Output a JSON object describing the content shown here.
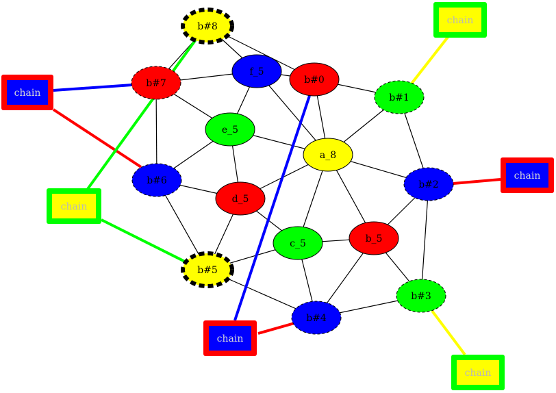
{
  "colors": {
    "red": "#ff0000",
    "blue": "#0000ff",
    "yellow": "#ffff00",
    "green": "#00ff00",
    "black": "#000000",
    "white": "#ffffff",
    "chain_label_on_blue": "#d8d8d8",
    "chain_label_on_yellow": "#b8b8b8"
  },
  "nodes": [
    {
      "id": "b8",
      "label": "b#8",
      "shape": "ellipse",
      "fill": "#ffff00",
      "border": "thick-dashed"
    },
    {
      "id": "b7",
      "label": "b#7",
      "shape": "ellipse",
      "fill": "#ff0000",
      "border": "dashed"
    },
    {
      "id": "f5",
      "label": "f_5",
      "shape": "ellipse",
      "fill": "#0000ff",
      "border": "solid"
    },
    {
      "id": "b0",
      "label": "b#0",
      "shape": "ellipse",
      "fill": "#ff0000",
      "border": "solid"
    },
    {
      "id": "b1",
      "label": "b#1",
      "shape": "ellipse",
      "fill": "#00ff00",
      "border": "dashed"
    },
    {
      "id": "e5",
      "label": "e_5",
      "shape": "ellipse",
      "fill": "#00ff00",
      "border": "solid"
    },
    {
      "id": "a8",
      "label": "a_8",
      "shape": "ellipse",
      "fill": "#ffff00",
      "border": "solid"
    },
    {
      "id": "b6",
      "label": "b#6",
      "shape": "ellipse",
      "fill": "#0000ff",
      "border": "dashed"
    },
    {
      "id": "d5",
      "label": "d_5",
      "shape": "ellipse",
      "fill": "#ff0000",
      "border": "solid"
    },
    {
      "id": "b2",
      "label": "b#2",
      "shape": "ellipse",
      "fill": "#0000ff",
      "border": "dashed"
    },
    {
      "id": "c5",
      "label": "c_5",
      "shape": "ellipse",
      "fill": "#00ff00",
      "border": "solid"
    },
    {
      "id": "b5",
      "label": "b_5",
      "shape": "ellipse",
      "fill": "#ff0000",
      "border": "solid"
    },
    {
      "id": "bh5",
      "label": "b#5",
      "shape": "ellipse",
      "fill": "#ffff00",
      "border": "thick-dashed"
    },
    {
      "id": "b3",
      "label": "b#3",
      "shape": "ellipse",
      "fill": "#00ff00",
      "border": "dashed"
    },
    {
      "id": "b4",
      "label": "b#4",
      "shape": "ellipse",
      "fill": "#0000ff",
      "border": "dashed"
    }
  ],
  "chains": [
    {
      "id": "chain_tr",
      "label": "chain",
      "fill": "#ffff00",
      "frame": "#00ff00"
    },
    {
      "id": "chain_l",
      "label": "chain",
      "fill": "#0000ff",
      "frame": "#ff0000"
    },
    {
      "id": "chain_r",
      "label": "chain",
      "fill": "#0000ff",
      "frame": "#ff0000"
    },
    {
      "id": "chain_ml",
      "label": "chain",
      "fill": "#ffff00",
      "frame": "#00ff00"
    },
    {
      "id": "chain_b",
      "label": "chain",
      "fill": "#0000ff",
      "frame": "#ff0000"
    },
    {
      "id": "chain_br",
      "label": "chain",
      "fill": "#ffff00",
      "frame": "#00ff00"
    }
  ],
  "edges": [
    [
      "b8",
      "b7"
    ],
    [
      "b8",
      "f5"
    ],
    [
      "b8",
      "b0"
    ],
    [
      "b7",
      "f5"
    ],
    [
      "b7",
      "e5"
    ],
    [
      "b7",
      "b6"
    ],
    [
      "f5",
      "b0"
    ],
    [
      "f5",
      "e5"
    ],
    [
      "f5",
      "a8"
    ],
    [
      "b0",
      "b1"
    ],
    [
      "b0",
      "a8"
    ],
    [
      "b1",
      "a8"
    ],
    [
      "b1",
      "b2"
    ],
    [
      "e5",
      "a8"
    ],
    [
      "e5",
      "b6"
    ],
    [
      "e5",
      "d5"
    ],
    [
      "a8",
      "d5"
    ],
    [
      "a8",
      "b2"
    ],
    [
      "a8",
      "c5"
    ],
    [
      "a8",
      "b5"
    ],
    [
      "b6",
      "d5"
    ],
    [
      "b6",
      "bh5"
    ],
    [
      "d5",
      "bh5"
    ],
    [
      "d5",
      "c5"
    ],
    [
      "b2",
      "b5"
    ],
    [
      "b2",
      "b3"
    ],
    [
      "c5",
      "b5"
    ],
    [
      "c5",
      "bh5"
    ],
    [
      "c5",
      "b4"
    ],
    [
      "b5",
      "b4"
    ],
    [
      "b5",
      "b3"
    ],
    [
      "bh5",
      "b4"
    ],
    [
      "b4",
      "b3"
    ]
  ],
  "chain_links": [
    {
      "from": "chain_tr",
      "to": "b1",
      "color": "#ffff00"
    },
    {
      "from": "chain_l",
      "to": "b7",
      "color": "#0000ff"
    },
    {
      "from": "chain_l",
      "to": "b6",
      "color": "#ff0000"
    },
    {
      "from": "chain_r",
      "to": "b2",
      "color": "#ff0000"
    },
    {
      "from": "chain_ml",
      "to": "b8",
      "color": "#00ff00"
    },
    {
      "from": "chain_ml",
      "to": "bh5",
      "color": "#00ff00"
    },
    {
      "from": "chain_b",
      "to": "b0",
      "color": "#0000ff"
    },
    {
      "from": "chain_b",
      "to": "b4",
      "color": "#ff0000"
    },
    {
      "from": "chain_br",
      "to": "b3",
      "color": "#ffff00"
    }
  ]
}
